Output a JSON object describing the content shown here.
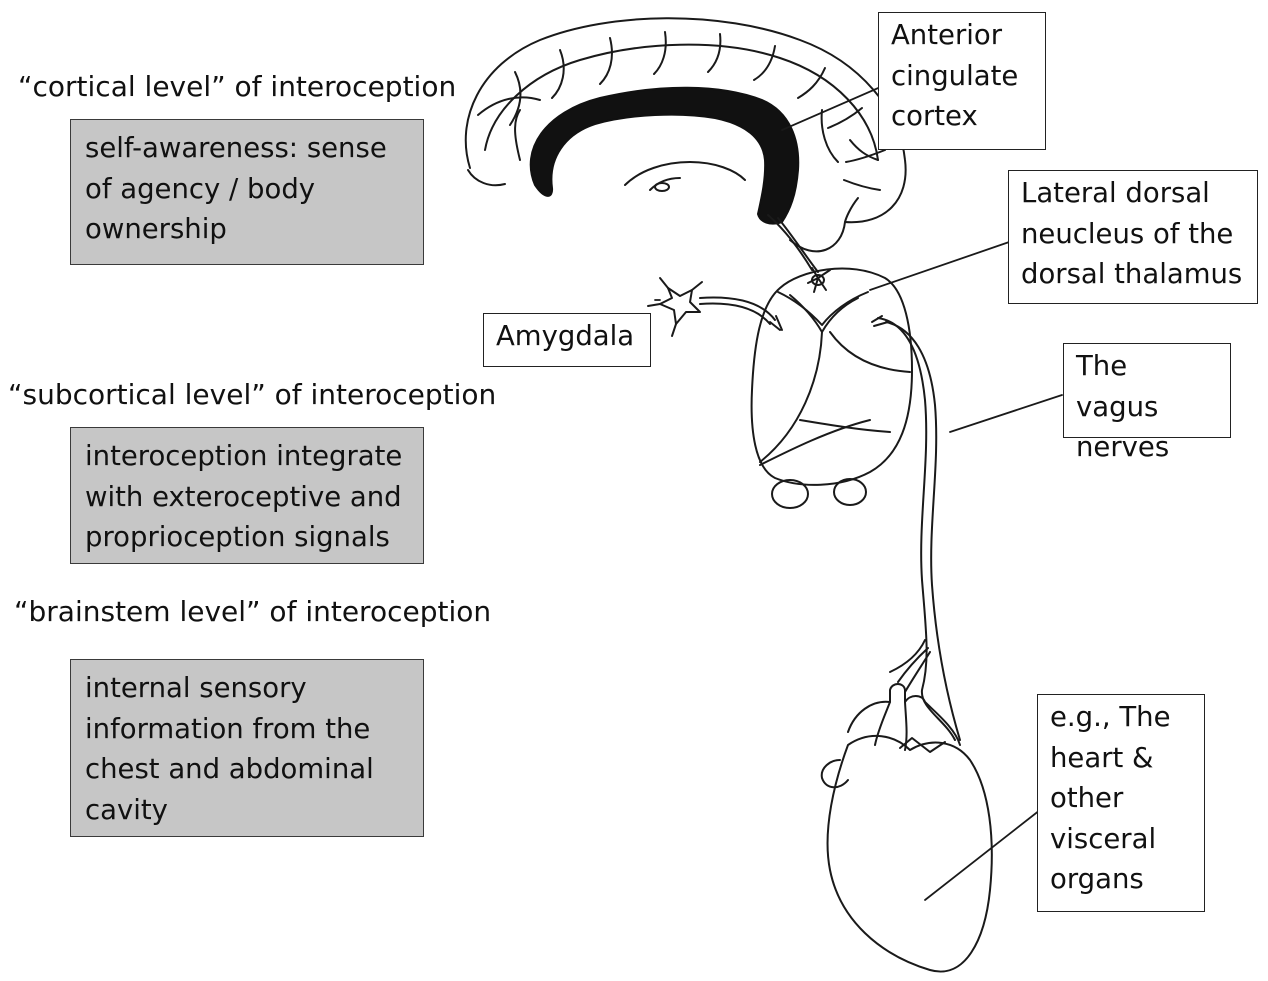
{
  "levels": {
    "cortical": {
      "heading": "“cortical level”   of interoception",
      "description": "self-awareness: sense\nof agency / body\nownership"
    },
    "subcortical": {
      "heading": "“subcortical level”   of interoception",
      "description": "interoception integrate\nwith exteroceptive and\nproprioception signals"
    },
    "brainstem": {
      "heading": "“brainstem level”   of interoception",
      "description": "internal sensory\ninformation from the\nchest and abdominal\ncavity"
    }
  },
  "callouts": {
    "acc": "Anterior\ncingulate\ncortex",
    "thalamus": "Lateral dorsal\nneucleus of the\ndorsal thalamus",
    "amygdala": "Amygdala",
    "vagus": "The vagus\nnerves",
    "heart": "e.g., The\nheart &\nother\nvisceral\norgans"
  },
  "illustrations": [
    "brain-icon",
    "thalamus-icon",
    "amygdala-neuron-icon",
    "vagus-nerve-icon",
    "heart-icon"
  ]
}
